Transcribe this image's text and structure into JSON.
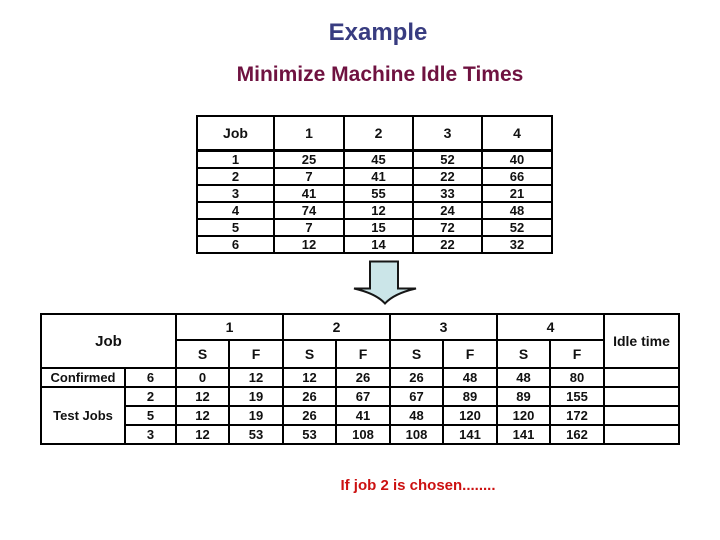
{
  "slide": {
    "title": "Example",
    "subtitle": "Minimize Machine Idle Times",
    "footer_note": "If job 2 is chosen........",
    "colors": {
      "title": "#383c80",
      "subtitle": "#6f1240",
      "footer": "#cc1111",
      "arrow_fill": "#cbe5e8",
      "table_border": "#000000"
    }
  },
  "processing_table": {
    "headers": [
      "Job",
      "1",
      "2",
      "3",
      "4"
    ],
    "rows": [
      {
        "job": "1",
        "values": [
          "25",
          "45",
          "52",
          "40"
        ]
      },
      {
        "job": "2",
        "values": [
          "7",
          "41",
          "22",
          "66"
        ]
      },
      {
        "job": "3",
        "values": [
          "41",
          "55",
          "33",
          "21"
        ]
      },
      {
        "job": "4",
        "values": [
          "74",
          "12",
          "24",
          "48"
        ]
      },
      {
        "job": "5",
        "values": [
          "7",
          "15",
          "72",
          "52"
        ]
      },
      {
        "job": "6",
        "values": [
          "12",
          "14",
          "22",
          "32"
        ]
      }
    ]
  },
  "schedule_table": {
    "job_header": "Job",
    "machine_headers": [
      "1",
      "2",
      "3",
      "4"
    ],
    "sub_headers": [
      "S",
      "F"
    ],
    "idle_header": "Idle time",
    "rows": [
      {
        "label": "Confirmed",
        "job": "6",
        "values": [
          "0",
          "12",
          "12",
          "26",
          "26",
          "48",
          "48",
          "80"
        ],
        "idle": ""
      },
      {
        "label": "Test Jobs",
        "job": "2",
        "values": [
          "12",
          "19",
          "26",
          "67",
          "67",
          "89",
          "89",
          "155"
        ],
        "idle": ""
      },
      {
        "job": "5",
        "values": [
          "12",
          "19",
          "26",
          "41",
          "48",
          "120",
          "120",
          "172"
        ],
        "idle": ""
      },
      {
        "job": "3",
        "values": [
          "12",
          "53",
          "53",
          "108",
          "108",
          "141",
          "141",
          "162"
        ],
        "idle": ""
      }
    ]
  }
}
